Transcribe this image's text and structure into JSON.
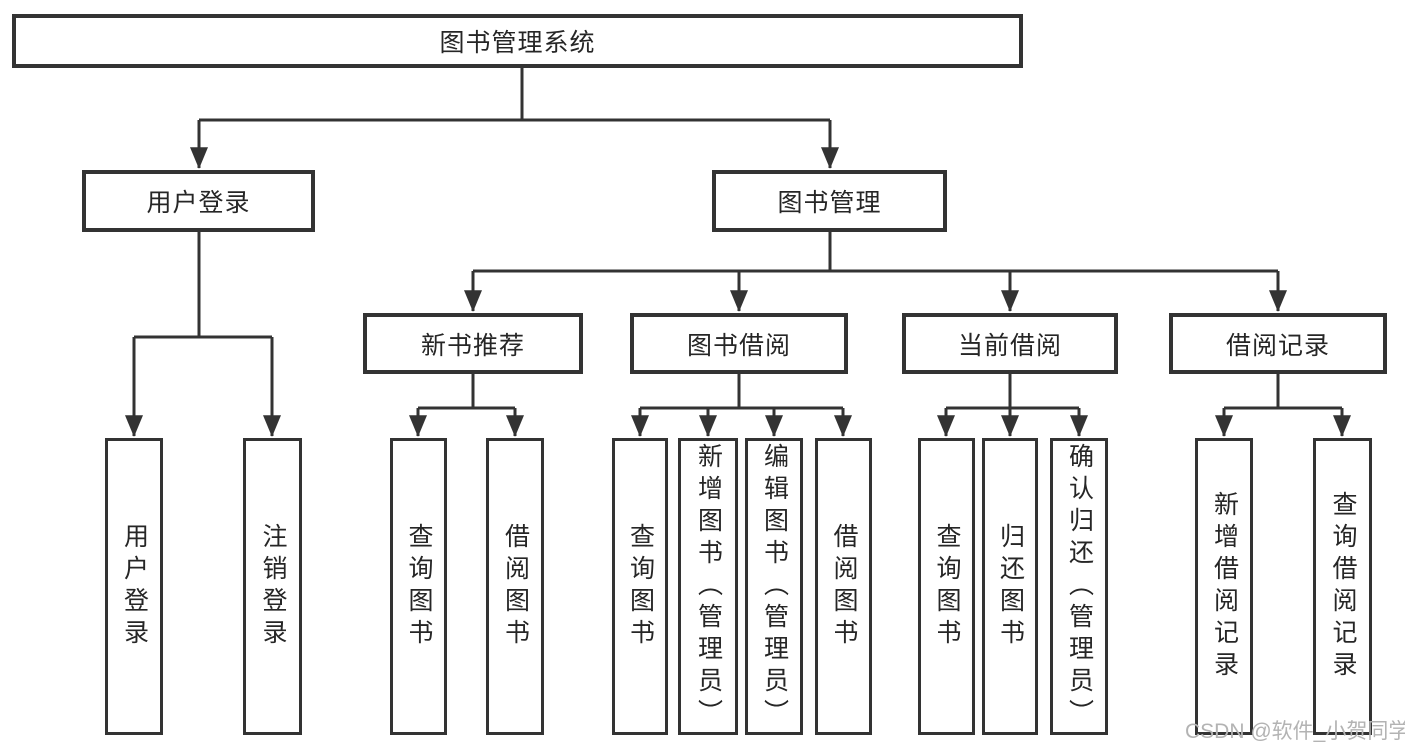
{
  "diagram": {
    "title": "图书管理系统",
    "branches": {
      "user_login": "用户登录",
      "book_management": "图书管理"
    },
    "user_login_children": {
      "login": "用户登录",
      "logout": "注销登录"
    },
    "book_management_children": {
      "new_book_rec": "新书推荐",
      "book_borrowing": "图书借阅",
      "current_borrowing": "当前借阅",
      "borrowing_records": "借阅记录"
    },
    "new_book_rec_children": {
      "query_books": "查询图书",
      "borrow_books": "借阅图书"
    },
    "book_borrowing_children": {
      "query_books": "查询图书",
      "add_books_admin": "新增图书（管理员）",
      "edit_books_admin": "编辑图书（管理员）",
      "borrow_books": "借阅图书"
    },
    "current_borrowing_children": {
      "query_books": "查询图书",
      "return_books": "归还图书",
      "confirm_return_admin": "确认归还（管理员）"
    },
    "borrowing_records_children": {
      "add_borrow_record": "新增借阅记录",
      "query_borrow_record": "查询借阅记录"
    },
    "watermark": "CSDN @软件_小贺同学",
    "colors": {
      "line": "#333333",
      "box_border": "#333333",
      "box_background": "#ffffff",
      "text": "#262626",
      "watermark": "#b3b3b3",
      "background": "#ffffff"
    }
  }
}
